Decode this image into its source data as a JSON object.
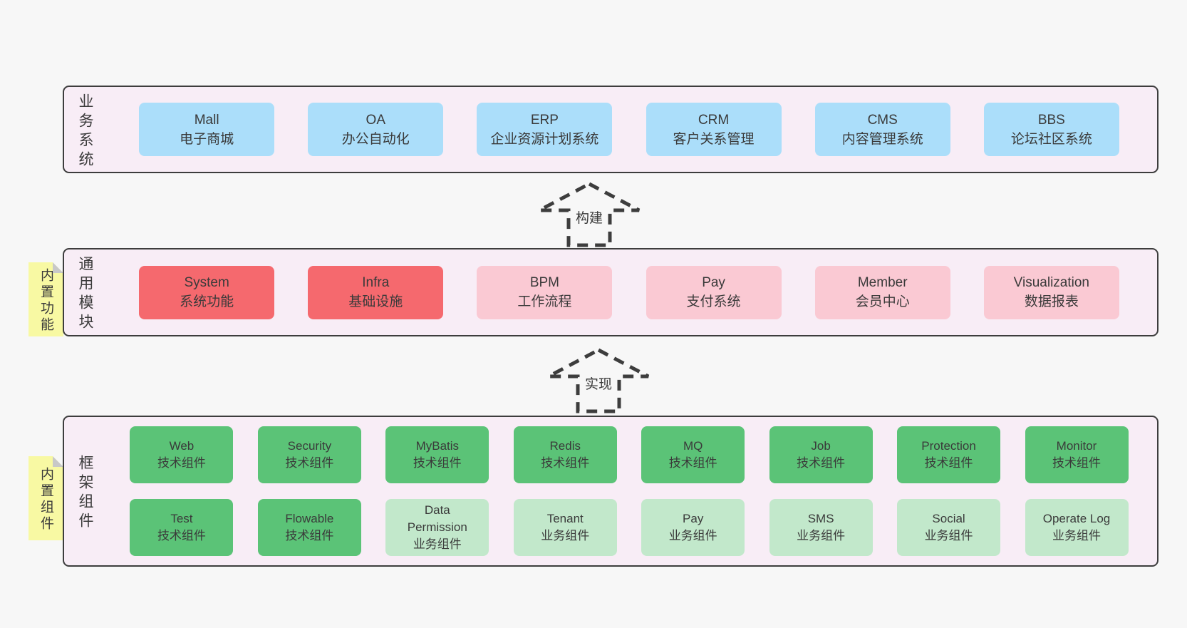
{
  "colors": {
    "page_bg": "#f7f7f7",
    "band_bg": "#f8edf6",
    "border": "#3d3d3d",
    "blue": "#abdefa",
    "red": "#f5696e",
    "pink": "#fac9d3",
    "green": "#5bc377",
    "lightgreen": "#c2e8cb",
    "note_bg": "#f8f9a3",
    "note_fold": "#c8c8c8"
  },
  "arrows": [
    {
      "label": "构建"
    },
    {
      "label": "实现"
    }
  ],
  "bands": [
    {
      "label": "业务系统",
      "rows": [
        [
          {
            "title": "Mall",
            "subtitle": "电子商城",
            "variant": "blue"
          },
          {
            "title": "OA",
            "subtitle": "办公自动化",
            "variant": "blue"
          },
          {
            "title": "ERP",
            "subtitle": "企业资源计划系统",
            "variant": "blue"
          },
          {
            "title": "CRM",
            "subtitle": "客户关系管理",
            "variant": "blue"
          },
          {
            "title": "CMS",
            "subtitle": "内容管理系统",
            "variant": "blue"
          },
          {
            "title": "BBS",
            "subtitle": "论坛社区系统",
            "variant": "blue"
          }
        ]
      ]
    },
    {
      "label": "通用模块",
      "note": "内置功能",
      "rows": [
        [
          {
            "title": "System",
            "subtitle": "系统功能",
            "variant": "red"
          },
          {
            "title": "Infra",
            "subtitle": "基础设施",
            "variant": "red"
          },
          {
            "title": "BPM",
            "subtitle": "工作流程",
            "variant": "pink"
          },
          {
            "title": "Pay",
            "subtitle": "支付系统",
            "variant": "pink"
          },
          {
            "title": "Member",
            "subtitle": "会员中心",
            "variant": "pink"
          },
          {
            "title": "Visualization",
            "subtitle": "数据报表",
            "variant": "pink"
          }
        ]
      ]
    },
    {
      "label": "框架组件",
      "note": "内置组件",
      "rows": [
        [
          {
            "title": "Web",
            "subtitle": "技术组件",
            "variant": "green"
          },
          {
            "title": "Security",
            "subtitle": "技术组件",
            "variant": "green"
          },
          {
            "title": "MyBatis",
            "subtitle": "技术组件",
            "variant": "green"
          },
          {
            "title": "Redis",
            "subtitle": "技术组件",
            "variant": "green"
          },
          {
            "title": "MQ",
            "subtitle": "技术组件",
            "variant": "green"
          },
          {
            "title": "Job",
            "subtitle": "技术组件",
            "variant": "green"
          },
          {
            "title": "Protection",
            "subtitle": "技术组件",
            "variant": "green"
          },
          {
            "title": "Monitor",
            "subtitle": "技术组件",
            "variant": "green"
          }
        ],
        [
          {
            "title": "Test",
            "subtitle": "技术组件",
            "variant": "green"
          },
          {
            "title": "Flowable",
            "subtitle": "技术组件",
            "variant": "green"
          },
          {
            "title": "Data Permission",
            "subtitle": "业务组件",
            "variant": "lightgreen"
          },
          {
            "title": "Tenant",
            "subtitle": "业务组件",
            "variant": "lightgreen"
          },
          {
            "title": "Pay",
            "subtitle": "业务组件",
            "variant": "lightgreen"
          },
          {
            "title": "SMS",
            "subtitle": "业务组件",
            "variant": "lightgreen"
          },
          {
            "title": "Social",
            "subtitle": "业务组件",
            "variant": "lightgreen"
          },
          {
            "title": "Operate Log",
            "subtitle": "业务组件",
            "variant": "lightgreen"
          }
        ]
      ]
    }
  ]
}
